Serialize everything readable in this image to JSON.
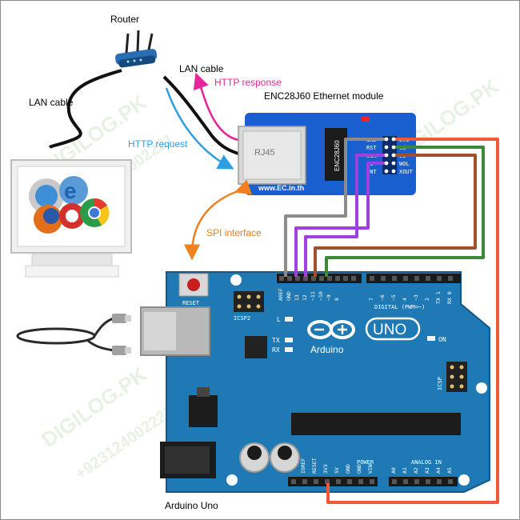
{
  "labels": {
    "router": "Router",
    "lan_left": "LAN cable",
    "lan_right": "LAN cable",
    "http_response": "HTTP response",
    "http_request": "HTTP request",
    "module_title": "ENC28J60 Ethernet module",
    "spi": "SPI interface",
    "board": "Arduino Uno"
  },
  "module": {
    "jack": "RJ45",
    "chip": "ENC28J60",
    "url": "www.EC.in.th",
    "pins_left": [
      "GND",
      "RST",
      "SCK",
      "SO",
      "INT"
    ],
    "pins_right": [
      "3V3",
      "CS",
      "SI",
      "WOL",
      "XOUT"
    ]
  },
  "arduino": {
    "reset": "RESET",
    "icsp2": "ICSP2",
    "l": "L",
    "tx": "TX",
    "rx": "RX",
    "logo": "UNO",
    "brand": "Arduino",
    "on": "ON",
    "icsp": "ICSP",
    "digital": "DIGITAL (PWM=~)",
    "power": "POWER",
    "analog": "ANALOG IN",
    "aref": "AREF",
    "gnd": "GND",
    "d13": "13",
    "d12": "12",
    "d11": "~11",
    "d10": "~10",
    "d9": "~9",
    "d8": "8",
    "d7": "7",
    "d6": "~6",
    "d5": "~5",
    "d4": "4",
    "d3": "~3",
    "d2": "2",
    "d1": "TX 1",
    "d0": "RX 0",
    "ioref": "IOREF",
    "preset": "RESET",
    "p3v3": "3V3",
    "p5v": "5V",
    "pgnd1": "GND",
    "pgnd2": "GND",
    "vin": "VIN",
    "a0": "A0",
    "a1": "A1",
    "a2": "A2",
    "a3": "A3",
    "a4": "A4",
    "a5": "A5"
  },
  "watermark": {
    "brand": "DIGILOG.PK",
    "phone": "+923124002221"
  },
  "colors": {
    "board": "#1e79b4",
    "module": "#1a5fd0",
    "http_response": "#e8249b",
    "http_request": "#2e9ee0",
    "spi": "#f08020",
    "wire_gray": "#8c8c8c",
    "wire_purple": "#a040e0",
    "wire_brown": "#a0502a",
    "wire_green": "#3a8a3a",
    "wire_red": "#f05a3a"
  }
}
